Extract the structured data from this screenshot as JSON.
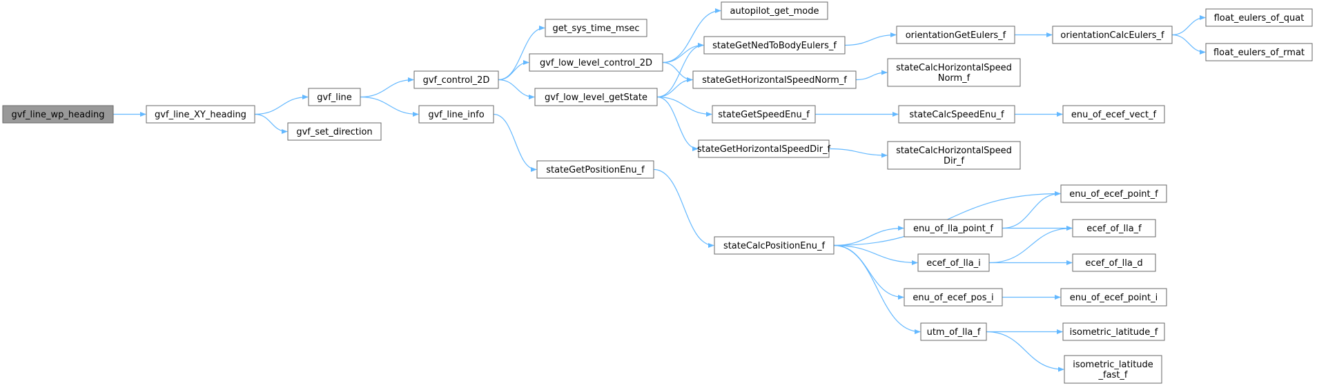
{
  "colors": {
    "edge": "#63b8ff",
    "node_border": "#666666",
    "node_fill": "#ffffff",
    "root_fill": "#999999",
    "text": "#000000"
  },
  "nodes": [
    {
      "id": "n0",
      "lines": [
        "gvf_line_wp_heading"
      ],
      "root": true
    },
    {
      "id": "n1",
      "lines": [
        "gvf_line_XY_heading"
      ]
    },
    {
      "id": "n2",
      "lines": [
        "gvf_line"
      ]
    },
    {
      "id": "n3",
      "lines": [
        "gvf_set_direction"
      ]
    },
    {
      "id": "n4",
      "lines": [
        "gvf_control_2D"
      ]
    },
    {
      "id": "n5",
      "lines": [
        "gvf_line_info"
      ]
    },
    {
      "id": "n6",
      "lines": [
        "get_sys_time_msec"
      ]
    },
    {
      "id": "n7",
      "lines": [
        "gvf_low_level_control_2D"
      ]
    },
    {
      "id": "n8",
      "lines": [
        "gvf_low_level_getState"
      ]
    },
    {
      "id": "n9",
      "lines": [
        "stateGetPositionEnu_f"
      ]
    },
    {
      "id": "n10",
      "lines": [
        "autopilot_get_mode"
      ]
    },
    {
      "id": "n11",
      "lines": [
        "stateGetNedToBodyEulers_f"
      ]
    },
    {
      "id": "n12",
      "lines": [
        "stateGetHorizontalSpeedNorm_f"
      ]
    },
    {
      "id": "n13",
      "lines": [
        "stateGetSpeedEnu_f"
      ]
    },
    {
      "id": "n14",
      "lines": [
        "stateGetHorizontalSpeedDir_f"
      ]
    },
    {
      "id": "n15",
      "lines": [
        "stateCalcPositionEnu_f"
      ]
    },
    {
      "id": "n16",
      "lines": [
        "orientationGetEulers_f"
      ]
    },
    {
      "id": "n17",
      "lines": [
        "stateCalcHorizontalSpeed",
        "Norm_f"
      ]
    },
    {
      "id": "n18",
      "lines": [
        "stateCalcSpeedEnu_f"
      ]
    },
    {
      "id": "n19",
      "lines": [
        "stateCalcHorizontalSpeed",
        "Dir_f"
      ]
    },
    {
      "id": "n20",
      "lines": [
        "orientationCalcEulers_f"
      ]
    },
    {
      "id": "n21",
      "lines": [
        "enu_of_ecef_vect_f"
      ]
    },
    {
      "id": "n22",
      "lines": [
        "float_eulers_of_quat"
      ]
    },
    {
      "id": "n23",
      "lines": [
        "float_eulers_of_rmat"
      ]
    },
    {
      "id": "n24",
      "lines": [
        "enu_of_ecef_point_f"
      ]
    },
    {
      "id": "n25",
      "lines": [
        "enu_of_lla_point_f"
      ]
    },
    {
      "id": "n26",
      "lines": [
        "ecef_of_lla_f"
      ]
    },
    {
      "id": "n27",
      "lines": [
        "ecef_of_lla_i"
      ]
    },
    {
      "id": "n28",
      "lines": [
        "ecef_of_lla_d"
      ]
    },
    {
      "id": "n29",
      "lines": [
        "enu_of_ecef_pos_i"
      ]
    },
    {
      "id": "n30",
      "lines": [
        "enu_of_ecef_point_i"
      ]
    },
    {
      "id": "n31",
      "lines": [
        "utm_of_lla_f"
      ]
    },
    {
      "id": "n32",
      "lines": [
        "isometric_latitude_f"
      ]
    },
    {
      "id": "n33",
      "lines": [
        "isometric_latitude",
        "_fast_f"
      ]
    }
  ],
  "edges": [
    [
      "n0",
      "n1"
    ],
    [
      "n1",
      "n2"
    ],
    [
      "n1",
      "n3"
    ],
    [
      "n2",
      "n4"
    ],
    [
      "n2",
      "n5"
    ],
    [
      "n4",
      "n6"
    ],
    [
      "n4",
      "n7"
    ],
    [
      "n4",
      "n8"
    ],
    [
      "n5",
      "n9"
    ],
    [
      "n7",
      "n10"
    ],
    [
      "n7",
      "n11"
    ],
    [
      "n7",
      "n12"
    ],
    [
      "n8",
      "n11"
    ],
    [
      "n8",
      "n12"
    ],
    [
      "n8",
      "n13"
    ],
    [
      "n8",
      "n14"
    ],
    [
      "n9",
      "n15"
    ],
    [
      "n11",
      "n16"
    ],
    [
      "n12",
      "n17"
    ],
    [
      "n13",
      "n18"
    ],
    [
      "n14",
      "n19"
    ],
    [
      "n16",
      "n20"
    ],
    [
      "n18",
      "n21"
    ],
    [
      "n20",
      "n22"
    ],
    [
      "n20",
      "n23"
    ],
    [
      "n15",
      "n24"
    ],
    [
      "n15",
      "n25"
    ],
    [
      "n15",
      "n27"
    ],
    [
      "n15",
      "n29"
    ],
    [
      "n15",
      "n31"
    ],
    [
      "n25",
      "n24"
    ],
    [
      "n25",
      "n26"
    ],
    [
      "n27",
      "n26"
    ],
    [
      "n27",
      "n28"
    ],
    [
      "n29",
      "n30"
    ],
    [
      "n31",
      "n32"
    ],
    [
      "n31",
      "n33"
    ]
  ]
}
